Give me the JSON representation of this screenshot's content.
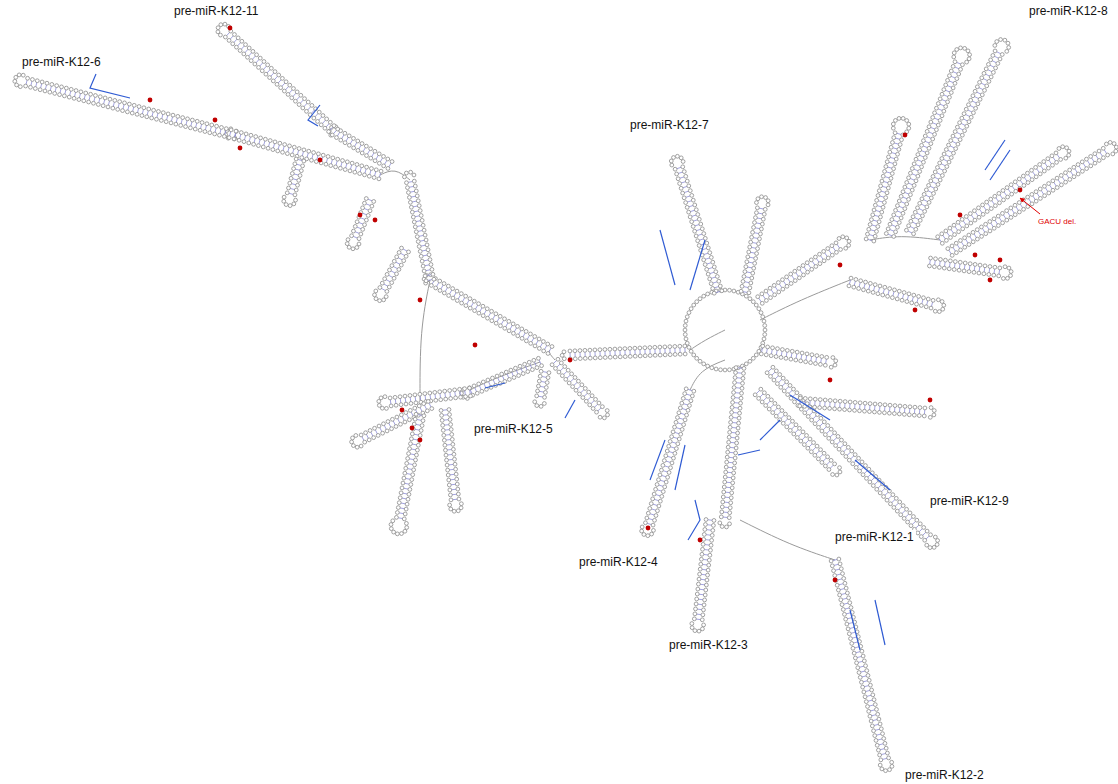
{
  "diagram": {
    "labels": [
      "pre-miR-K12-6",
      "pre-miR-K12-11",
      "pre-miR-K12-8",
      "pre-miR-K12-7",
      "pre-miR-K12-5",
      "pre-miR-K12-4",
      "pre-miR-K12-3",
      "pre-miR-K12-1",
      "pre-miR-K12-9",
      "pre-miR-K12-2",
      "GACU del."
    ]
  }
}
